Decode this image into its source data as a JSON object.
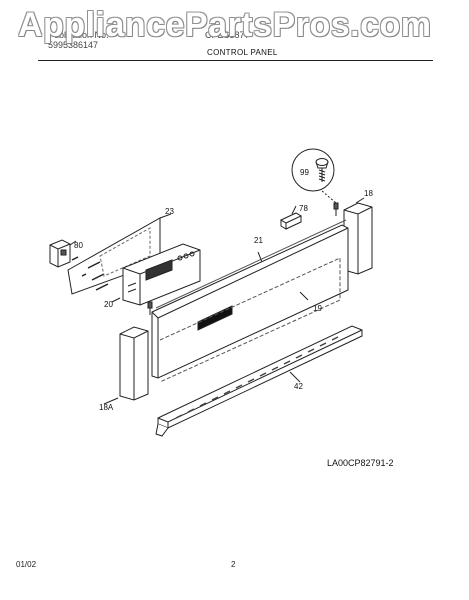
{
  "watermark": "AppliancePartsPros.com",
  "header": {
    "publication_label": "Publication No.",
    "publication_number": "5995386147",
    "model": "CPES3877",
    "section_title": "CONTROL PANEL"
  },
  "callouts": {
    "p99": "99",
    "p18": "18",
    "p78": "78",
    "p23": "23",
    "p21": "21",
    "p80": "80",
    "p20": "20",
    "p19": "19",
    "p42": "42",
    "p18a": "18A"
  },
  "diagram_code": "LA00CP82791-2",
  "footer": {
    "date": "01/02",
    "page": "2"
  }
}
